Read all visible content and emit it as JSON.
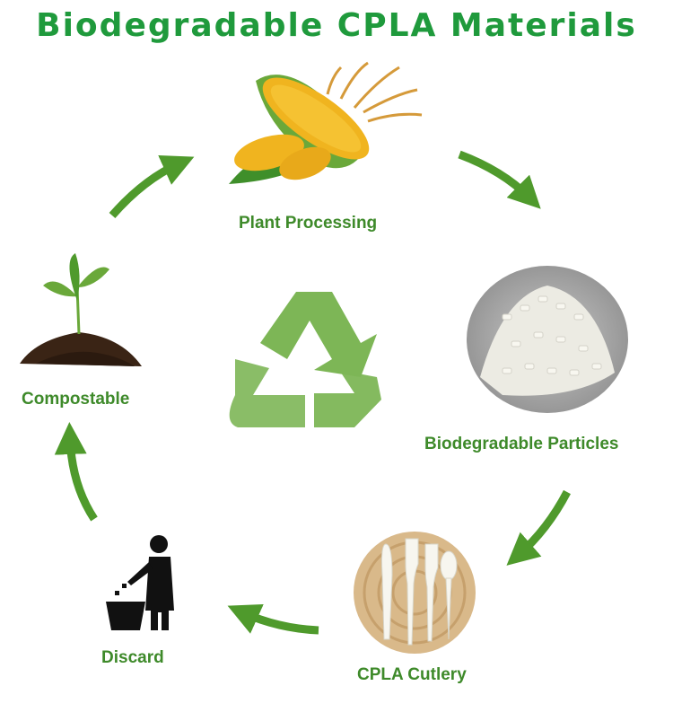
{
  "title": "Biodegradable CPLA Materials",
  "steps": [
    {
      "label": "Plant Processing",
      "icon": "corn-icon"
    },
    {
      "label": "Biodegradable Particles",
      "icon": "pla-pellets-icon"
    },
    {
      "label": "CPLA Cutlery",
      "icon": "cutlery-icon"
    },
    {
      "label": "Discard",
      "icon": "trash-disposal-icon"
    },
    {
      "label": "Compostable",
      "icon": "seedling-icon"
    }
  ],
  "center_icon": "recycle-icon",
  "colors": {
    "title": "#1f9a3c",
    "label": "#3e8a2a",
    "arrow": "#4f9a2c",
    "recycle": "#7db656"
  }
}
